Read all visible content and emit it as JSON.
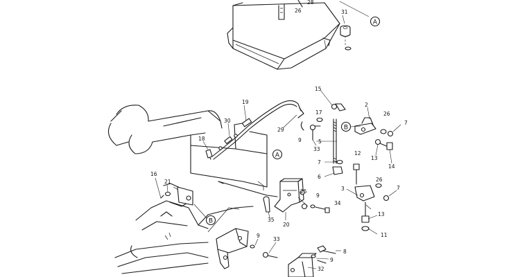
{
  "parts": [
    {
      "id": "p26a",
      "label": "26"
    },
    {
      "id": "p28",
      "label": "28"
    },
    {
      "id": "p31",
      "label": "31"
    },
    {
      "id": "p15",
      "label": "15"
    },
    {
      "id": "p2",
      "label": "2"
    },
    {
      "id": "p19",
      "label": "19"
    },
    {
      "id": "p17",
      "label": "17"
    },
    {
      "id": "p26b",
      "label": "26"
    },
    {
      "id": "p7a",
      "label": "7"
    },
    {
      "id": "p30",
      "label": "30"
    },
    {
      "id": "p29",
      "label": "29"
    },
    {
      "id": "p9a",
      "label": "9"
    },
    {
      "id": "p33a",
      "label": "33"
    },
    {
      "id": "p5",
      "label": "5"
    },
    {
      "id": "p18",
      "label": "18"
    },
    {
      "id": "p13a",
      "label": "13"
    },
    {
      "id": "p14",
      "label": "14"
    },
    {
      "id": "p12",
      "label": "12"
    },
    {
      "id": "p7b",
      "label": "7"
    },
    {
      "id": "p6",
      "label": "6"
    },
    {
      "id": "p16",
      "label": "16"
    },
    {
      "id": "p21",
      "label": "21"
    },
    {
      "id": "p25",
      "label": "25"
    },
    {
      "id": "p3",
      "label": "3"
    },
    {
      "id": "p26c",
      "label": "26"
    },
    {
      "id": "p7c",
      "label": "7"
    },
    {
      "id": "p9b",
      "label": "9"
    },
    {
      "id": "p34",
      "label": "34"
    },
    {
      "id": "p35",
      "label": "35"
    },
    {
      "id": "p20",
      "label": "20"
    },
    {
      "id": "p13b",
      "label": "13"
    },
    {
      "id": "p11",
      "label": "11"
    },
    {
      "id": "p9c",
      "label": "9"
    },
    {
      "id": "p33b",
      "label": "33"
    },
    {
      "id": "p8",
      "label": "8"
    },
    {
      "id": "p9d",
      "label": "9"
    },
    {
      "id": "p32",
      "label": "32"
    }
  ],
  "callouts": [
    {
      "id": "A1",
      "label": "A"
    },
    {
      "id": "B1",
      "label": "B"
    },
    {
      "id": "A2",
      "label": "A"
    },
    {
      "id": "B2",
      "label": "B"
    }
  ]
}
